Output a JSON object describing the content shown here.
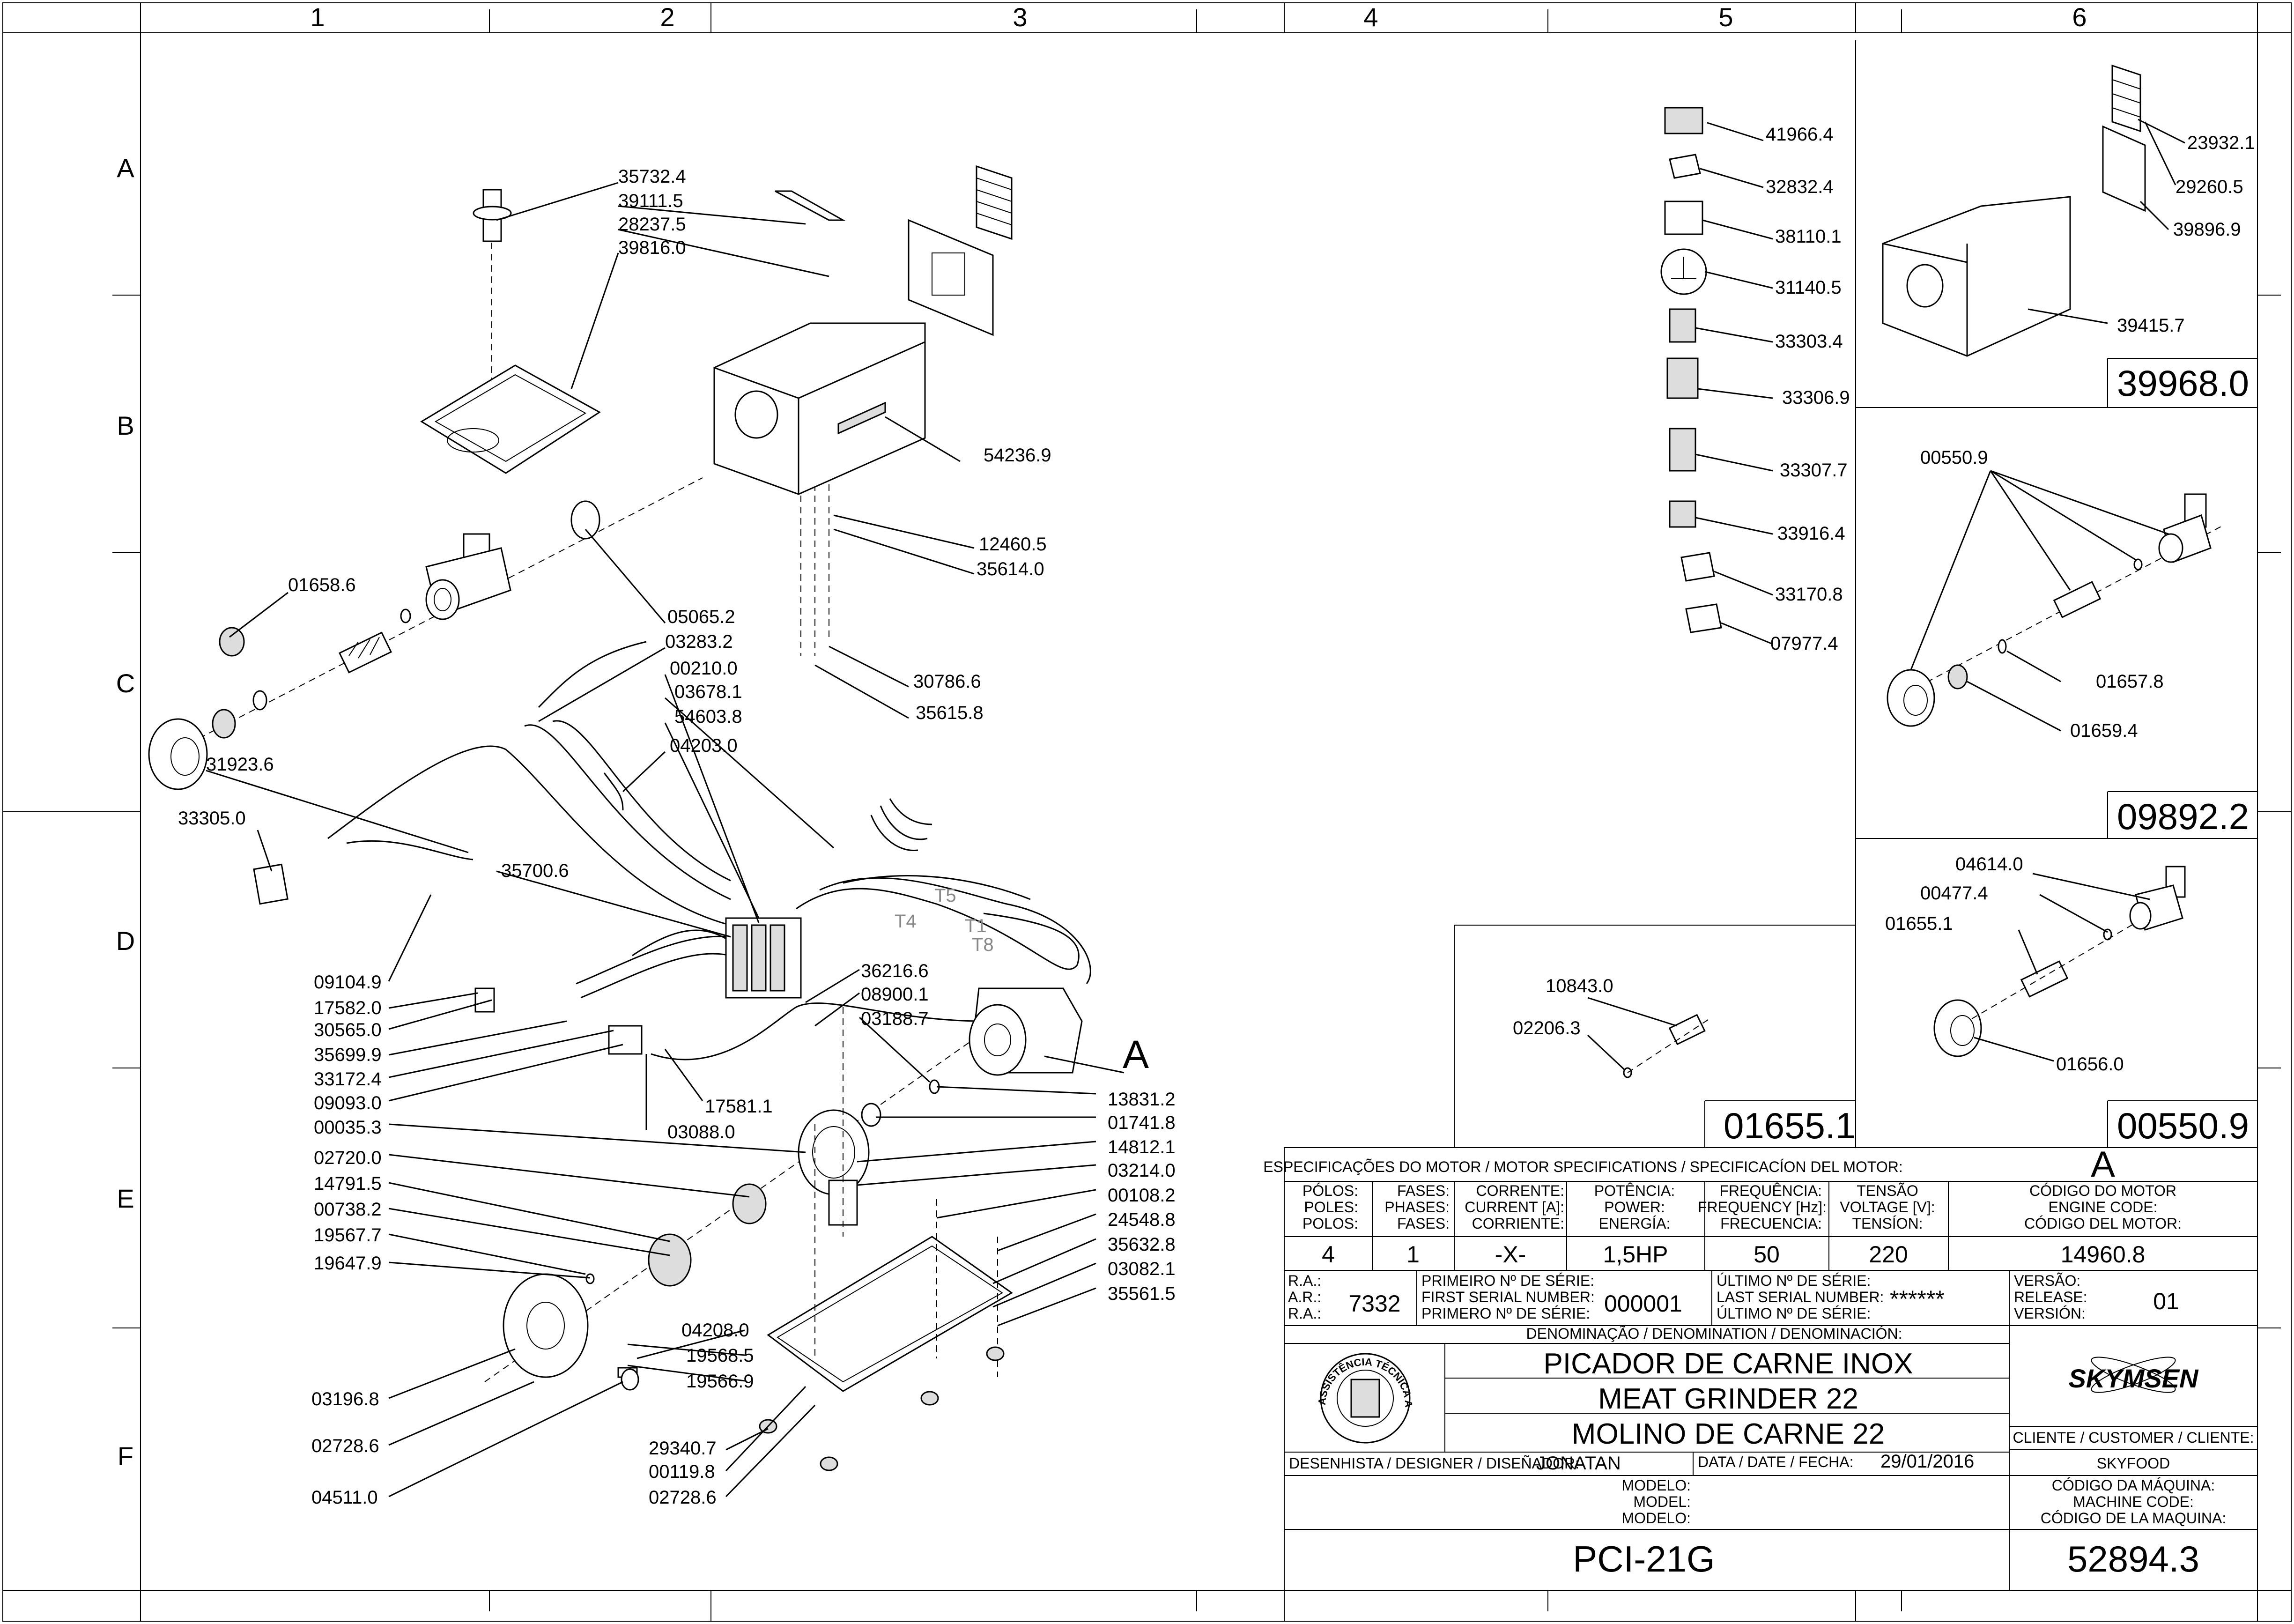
{
  "grid": {
    "columns": [
      "1",
      "2",
      "3",
      "4",
      "5",
      "6"
    ],
    "rows": [
      "A",
      "B",
      "C",
      "D",
      "E",
      "F"
    ]
  },
  "main_labels": [
    "35732.4",
    "39111.5",
    "28237.5",
    "39816.0",
    "54236.9",
    "12460.5",
    "35614.0",
    "01658.6",
    "05065.2",
    "03283.2",
    "00210.0",
    "03678.1",
    "54603.8",
    "04203.0",
    "30786.6",
    "35615.8",
    "31923.6",
    "33305.0",
    "35700.6",
    "09104.9",
    "17582.0",
    "30565.0",
    "35699.9",
    "33172.4",
    "09093.0",
    "00035.3",
    "17581.1",
    "03088.0",
    "36216.6",
    "08900.1",
    "03188.7",
    "13831.2",
    "01741.8",
    "14812.1",
    "03214.0",
    "00108.2",
    "24548.8",
    "35632.8",
    "03082.1",
    "35561.5",
    "02720.0",
    "14791.5",
    "00738.2",
    "19567.7",
    "19647.9",
    "04208.0",
    "19568.5",
    "19566.9",
    "03196.8",
    "02728.6",
    "04511.0",
    "29340.7",
    "00119.8",
    "02728.6"
  ],
  "wire_labels": [
    "T5",
    "T4",
    "T1",
    "T8"
  ],
  "motor_callout": "A",
  "stickers": [
    "41966.4",
    "32832.4",
    "38110.1",
    "31140.5",
    "33303.4",
    "33306.9",
    "33307.7",
    "33916.4",
    "33170.8",
    "07977.4"
  ],
  "assembly_39968": {
    "code": "39968.0",
    "labels": [
      "23932.1",
      "29260.5",
      "39896.9",
      "39415.7"
    ]
  },
  "assembly_09892": {
    "code": "09892.2",
    "labels": [
      "00550.9",
      "01657.8",
      "01659.4"
    ]
  },
  "assembly_00550": {
    "code": "00550.9",
    "labels": [
      "04614.0",
      "00477.4",
      "01655.1",
      "01656.0"
    ]
  },
  "assembly_01655": {
    "code": "01655.1",
    "labels": [
      "10843.0",
      "02206.3"
    ]
  },
  "title_block": {
    "motor_spec_header": "ESPECIFICAÇÕES DO MOTOR / MOTOR SPECIFICATIONS / SPECIFICACÍON DEL MOTOR:",
    "motor_spec_value": "A",
    "poles_label": [
      "PÓLOS:",
      "POLES:",
      "POLOS:"
    ],
    "phases_label": [
      "FASES:",
      "PHASES:",
      "FASES:"
    ],
    "current_label": [
      "CORRENTE:",
      "CURRENT [A]:",
      "CORRIENTE:"
    ],
    "power_label": [
      "POTÊNCIA:",
      "POWER:",
      "ENERGÍA:"
    ],
    "frequency_label": [
      "FREQUÊNCIA:",
      "FREQUENCY [Hz]:",
      "FRECUENCIA:"
    ],
    "voltage_label": [
      "TENSÃO",
      "VOLTAGE [V]:",
      "TENSÍON:"
    ],
    "engine_code_label": [
      "CÓDIGO DO MOTOR",
      "ENGINE CODE:",
      "CÓDIGO DEL MOTOR:"
    ],
    "poles": "4",
    "phases": "1",
    "current": "-X-",
    "power": "1,5HP",
    "frequency": "50",
    "voltage": "220",
    "engine_code": "14960.8",
    "ra_label": [
      "R.A.:",
      "A.R.:",
      "R.A.:"
    ],
    "ra": "7332",
    "first_serial_label": [
      "PRIMEIRO Nº DE SÉRIE:",
      "FIRST SERIAL NUMBER:",
      "PRIMERO Nº DE SÉRIE:"
    ],
    "first_serial": "000001",
    "last_serial_label": [
      "ÚLTIMO Nº DE SÉRIE:",
      "LAST SERIAL NUMBER:",
      "ÚLTIMO Nº DE SÉRIE:"
    ],
    "last_serial": "******",
    "release_label": [
      "VERSÃO:",
      "RELEASE:",
      "VERSIÓN:"
    ],
    "release": "01",
    "denomination_label": "DENOMINAÇÃO / DENOMINATION / DENOMINACIÓN:",
    "denomination_pt": "PICADOR DE CARNE INOX",
    "denomination_en": "MEAT GRINDER 22",
    "denomination_es": "MOLINO DE CARNE 22",
    "brand": "SKYMSEN",
    "seal_text": "ASSISTÊNCIA TÉCNICA AUTORIZADA",
    "customer_label": "CLIENTE / CUSTOMER / CLIENTE:",
    "customer": "SKYFOOD",
    "designer_label": "DESENHISTA / DESIGNER / DISEÑADOR:",
    "designer": "JONATAN",
    "date_label": "DATA / DATE / FECHA:",
    "date": "29/01/2016",
    "model_label": [
      "MODELO:",
      "MODEL:",
      "MODELO:"
    ],
    "model": "PCI-21G",
    "machine_code_label": [
      "CÓDIGO DA MÁQUINA:",
      "MACHINE CODE:",
      "CÓDIGO DE LA MAQUINA:"
    ],
    "machine_code": "52894.3"
  }
}
